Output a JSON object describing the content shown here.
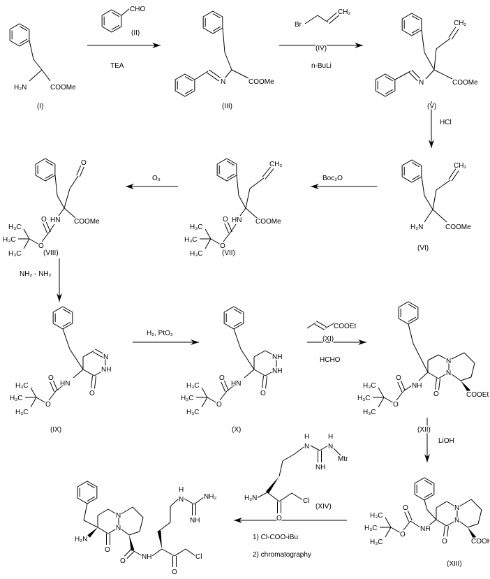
{
  "compounds": {
    "I": "(I)",
    "II": "(II)",
    "III": "(III)",
    "IV": "(IV)",
    "V": "(V)",
    "VI": "(VI)",
    "VII": "(VII)",
    "VIII": "(VIII)",
    "IX": "(IX)",
    "X": "(X)",
    "XI": "(XI)",
    "XII": "(XII)",
    "XIII": "(XIII)",
    "XIV": "(XIV)"
  },
  "reagents": {
    "tea": "TEA",
    "nbuli": "n-BuLi",
    "hcl": "HCl",
    "boc2o": "Boc₂O",
    "o3": "O₃",
    "hydrazine": "NH₂ - NH₂",
    "h2pto2": "H₂, PtO₂",
    "hcho": "HCHO",
    "lioh": "LiOH",
    "step1": "1) Cl-COO-iBu",
    "step2": "2) chromatography"
  },
  "atoms": {
    "cho": "CHO",
    "br": "Br",
    "ch2": "CH₂",
    "h2n": "H₂N",
    "coome": "COOMe",
    "n": "N",
    "hn": "HN",
    "nh": "NH",
    "o": "O",
    "h3c": "H₃C",
    "cooet": "COOEt",
    "cooh": "COOH",
    "h": "H",
    "mtr": "Mtr",
    "cl": "Cl",
    "nh2": "NH₂"
  }
}
